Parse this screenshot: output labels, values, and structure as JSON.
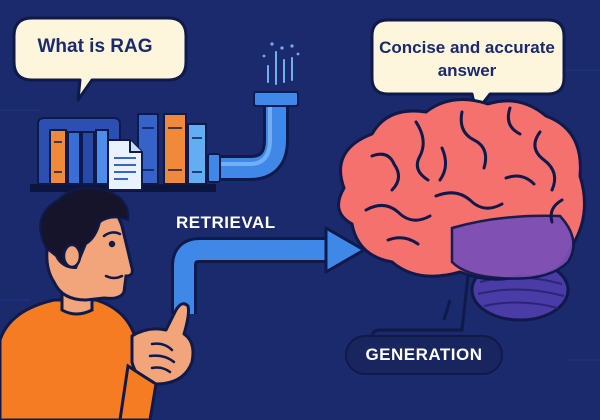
{
  "question_bubble": {
    "text": "What is RAG"
  },
  "answer_bubble": {
    "text": "Concise and accurate answer"
  },
  "labels": {
    "retrieval": "RETRIEVAL",
    "generation": "GENERATION"
  },
  "colors": {
    "background": "#1a2a6c",
    "bubble": "#fdf6dc",
    "pipe": "#3f88e8",
    "brain": "#f4716e",
    "brain_shadow": "#7a4fb6",
    "cerebellum": "#4a3ca6",
    "shirt": "#f57c22",
    "skin": "#f2a57a",
    "hair": "#15142b"
  },
  "icons": [
    "bookshelf-icon",
    "document-icon",
    "pipe-icon",
    "brain-icon",
    "person-icon",
    "arrow-icon"
  ]
}
